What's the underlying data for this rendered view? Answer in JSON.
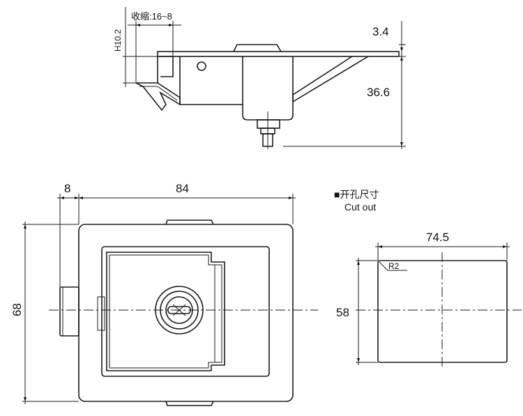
{
  "side_view": {
    "shrink_label": "收缩:16~8",
    "height_label": "H10.2",
    "dim_flange": "3.4",
    "dim_body": "36.6"
  },
  "front_view": {
    "dim_offset": "8",
    "dim_width": "84",
    "dim_height": "68"
  },
  "cutout": {
    "title_cn": "■开孔尺寸",
    "title_en": "Cut out",
    "dim_width": "74.5",
    "dim_height": "58",
    "radius_label": "R2"
  }
}
